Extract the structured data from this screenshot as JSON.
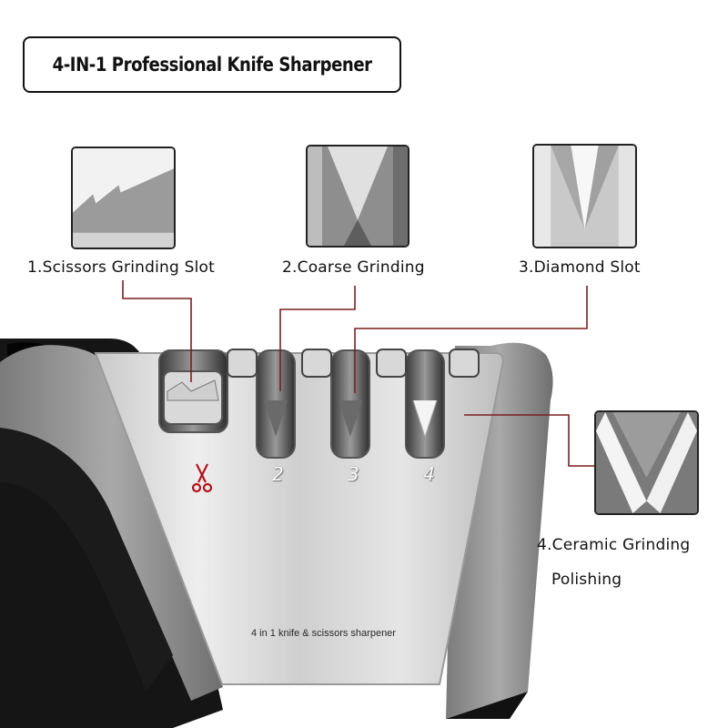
{
  "title": "4-IN-1 Professional Knife Sharpener",
  "slots": [
    {
      "label": "1.Scissors Grinding Slot",
      "icon": "scissors-icon"
    },
    {
      "label": "2.Coarse Grinding",
      "number": "2"
    },
    {
      "label": "3.Diamond Slot",
      "number": "3"
    },
    {
      "label_line1": "4.Ceramic Grinding",
      "label_line2": "Polishing",
      "number": "4"
    }
  ],
  "product_imprint": "4 in 1 knife & scissors sharpener",
  "colors": {
    "callout_line": "#7a1f1f",
    "scissors_mark": "#b3121b",
    "body_gray": "#8d8d8d",
    "handle_black": "#151515"
  }
}
